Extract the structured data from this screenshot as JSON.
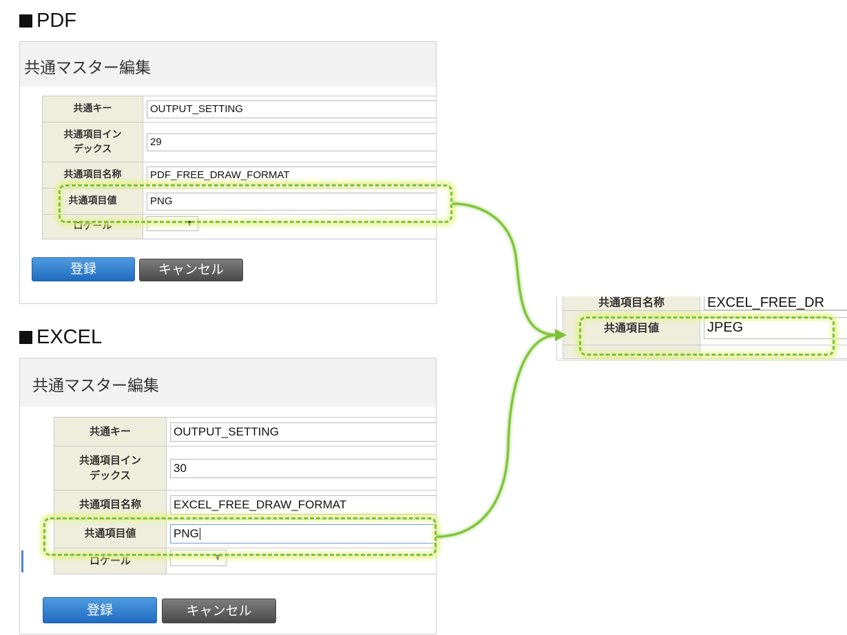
{
  "pdf_section": {
    "title": "PDF",
    "panel": {
      "header": "共通マスター編集",
      "rows": [
        {
          "label": "共通キー",
          "value": "OUTPUT_SETTING"
        },
        {
          "label": "共通項目イン\nデックス",
          "value": "29"
        },
        {
          "label": "共通項目名称",
          "value": "PDF_FREE_DRAW_FORMAT"
        },
        {
          "label": "共通項目値",
          "value": "PNG"
        },
        {
          "label": "ロケール",
          "value": ""
        }
      ],
      "register_label": "登録",
      "cancel_label": "キャンセル"
    }
  },
  "excel_section": {
    "title": "EXCEL",
    "panel": {
      "header": "共通マスター編集",
      "rows": [
        {
          "label": "共通キー",
          "value": "OUTPUT_SETTING"
        },
        {
          "label": "共通項目イン\nデックス",
          "value": "30"
        },
        {
          "label": "共通項目名称",
          "value": "EXCEL_FREE_DRAW_FORMAT"
        },
        {
          "label": "共通項目値",
          "value": "PNG"
        },
        {
          "label": "ロケール",
          "value": ""
        }
      ],
      "register_label": "登録",
      "cancel_label": "キャンセル"
    }
  },
  "result_snippet": {
    "partial_label": "共通項目名称",
    "partial_value": "EXCEL_FREE_DR",
    "label": "共通項目値",
    "value": "JPEG"
  },
  "colors": {
    "highlight_dash": "#7cc234",
    "highlight_glow": "#e2f378",
    "label_cell_bg": "#efeedd",
    "primary_button": "#1f6cc0",
    "secondary_button": "#4a4a4a",
    "connector": "#7cc234"
  }
}
